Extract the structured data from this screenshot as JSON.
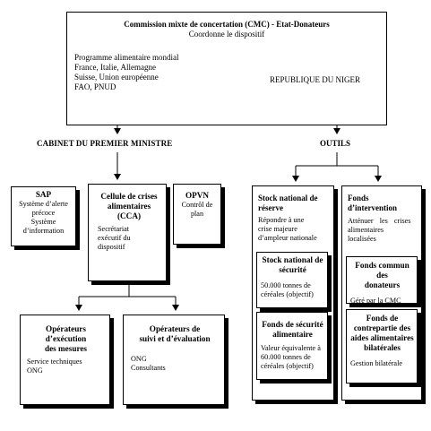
{
  "cmc": {
    "title": "Commission mixte de concertation (CMC) - Etat-Donateurs",
    "subtitle": "Coordonne le dispositif",
    "members": [
      "Programme alimentaire mondial",
      "France, Italie, Allemagne",
      "Suisse, Union européenne",
      "FAO, PNUD"
    ],
    "niger": "REPUBLIQUE DU NIGER"
  },
  "cabinet": {
    "label": "CABINET DU PREMIER MINISTRE"
  },
  "outils": {
    "label": "OUTILS"
  },
  "sap": {
    "title": "SAP",
    "lines": [
      "Système d’alerte",
      "précoce",
      "Système",
      "d’information"
    ]
  },
  "cca": {
    "title_lines": [
      "Cellule de crises",
      "alimentaires",
      "(CCA)"
    ],
    "lines": [
      "Secrétariat",
      "exécutif du",
      "dispositif"
    ]
  },
  "opvn": {
    "title": "OPVN",
    "lines": [
      "Contrôl de",
      "plan"
    ]
  },
  "operateurs_exec": {
    "title_lines": [
      "Opérateurs",
      "d’exécution",
      "des mesures"
    ],
    "lines": [
      "Service techniques",
      "ONG"
    ]
  },
  "operateurs_suivi": {
    "title_lines": [
      "Opérateurs de",
      "suivi et d’évaluation"
    ],
    "lines": [
      "ONG",
      "Consultants"
    ]
  },
  "stock": {
    "title_lines": [
      "Stock national de",
      "réserve"
    ],
    "desc_lines": [
      "Répondre à une",
      "crise majeure",
      "d’ampleur nationale"
    ],
    "stock_securite": {
      "title_lines": [
        "Stock national de",
        "sécurité"
      ],
      "lines": [
        "50.000 tonnes de",
        "céréales (objectif)"
      ]
    },
    "fonds_securite": {
      "title_lines": [
        "Fonds de sécurité",
        "alimentaire"
      ],
      "lines": [
        "Valeur équivalente à",
        "60.000 tonnes de",
        "céréales (objectif)"
      ]
    }
  },
  "fonds": {
    "title_lines": [
      "Fonds",
      "d’intervention"
    ],
    "desc_lines": [
      "Atténuer les crises",
      "alimentaires",
      "localisées"
    ],
    "commun": {
      "title_lines": [
        "Fonds commun des",
        "donateurs"
      ],
      "lines": [
        "Géré par la CMC"
      ]
    },
    "contrepartie": {
      "title_lines": [
        "Fonds de",
        "contrepartie des",
        "aides alimentaires",
        "bilatérales"
      ],
      "lines": [
        "Gestion bilatérale"
      ]
    }
  }
}
